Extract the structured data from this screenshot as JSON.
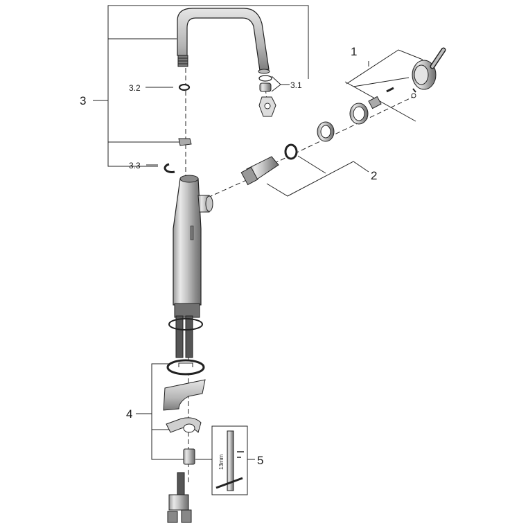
{
  "callouts": {
    "c1": "1",
    "c2": "2",
    "c3": "3",
    "c3_1": "3.1",
    "c3_2": "3.2",
    "c3_3": "3.3",
    "c4": "4",
    "c5": "5"
  },
  "tool_label": "13mm"
}
